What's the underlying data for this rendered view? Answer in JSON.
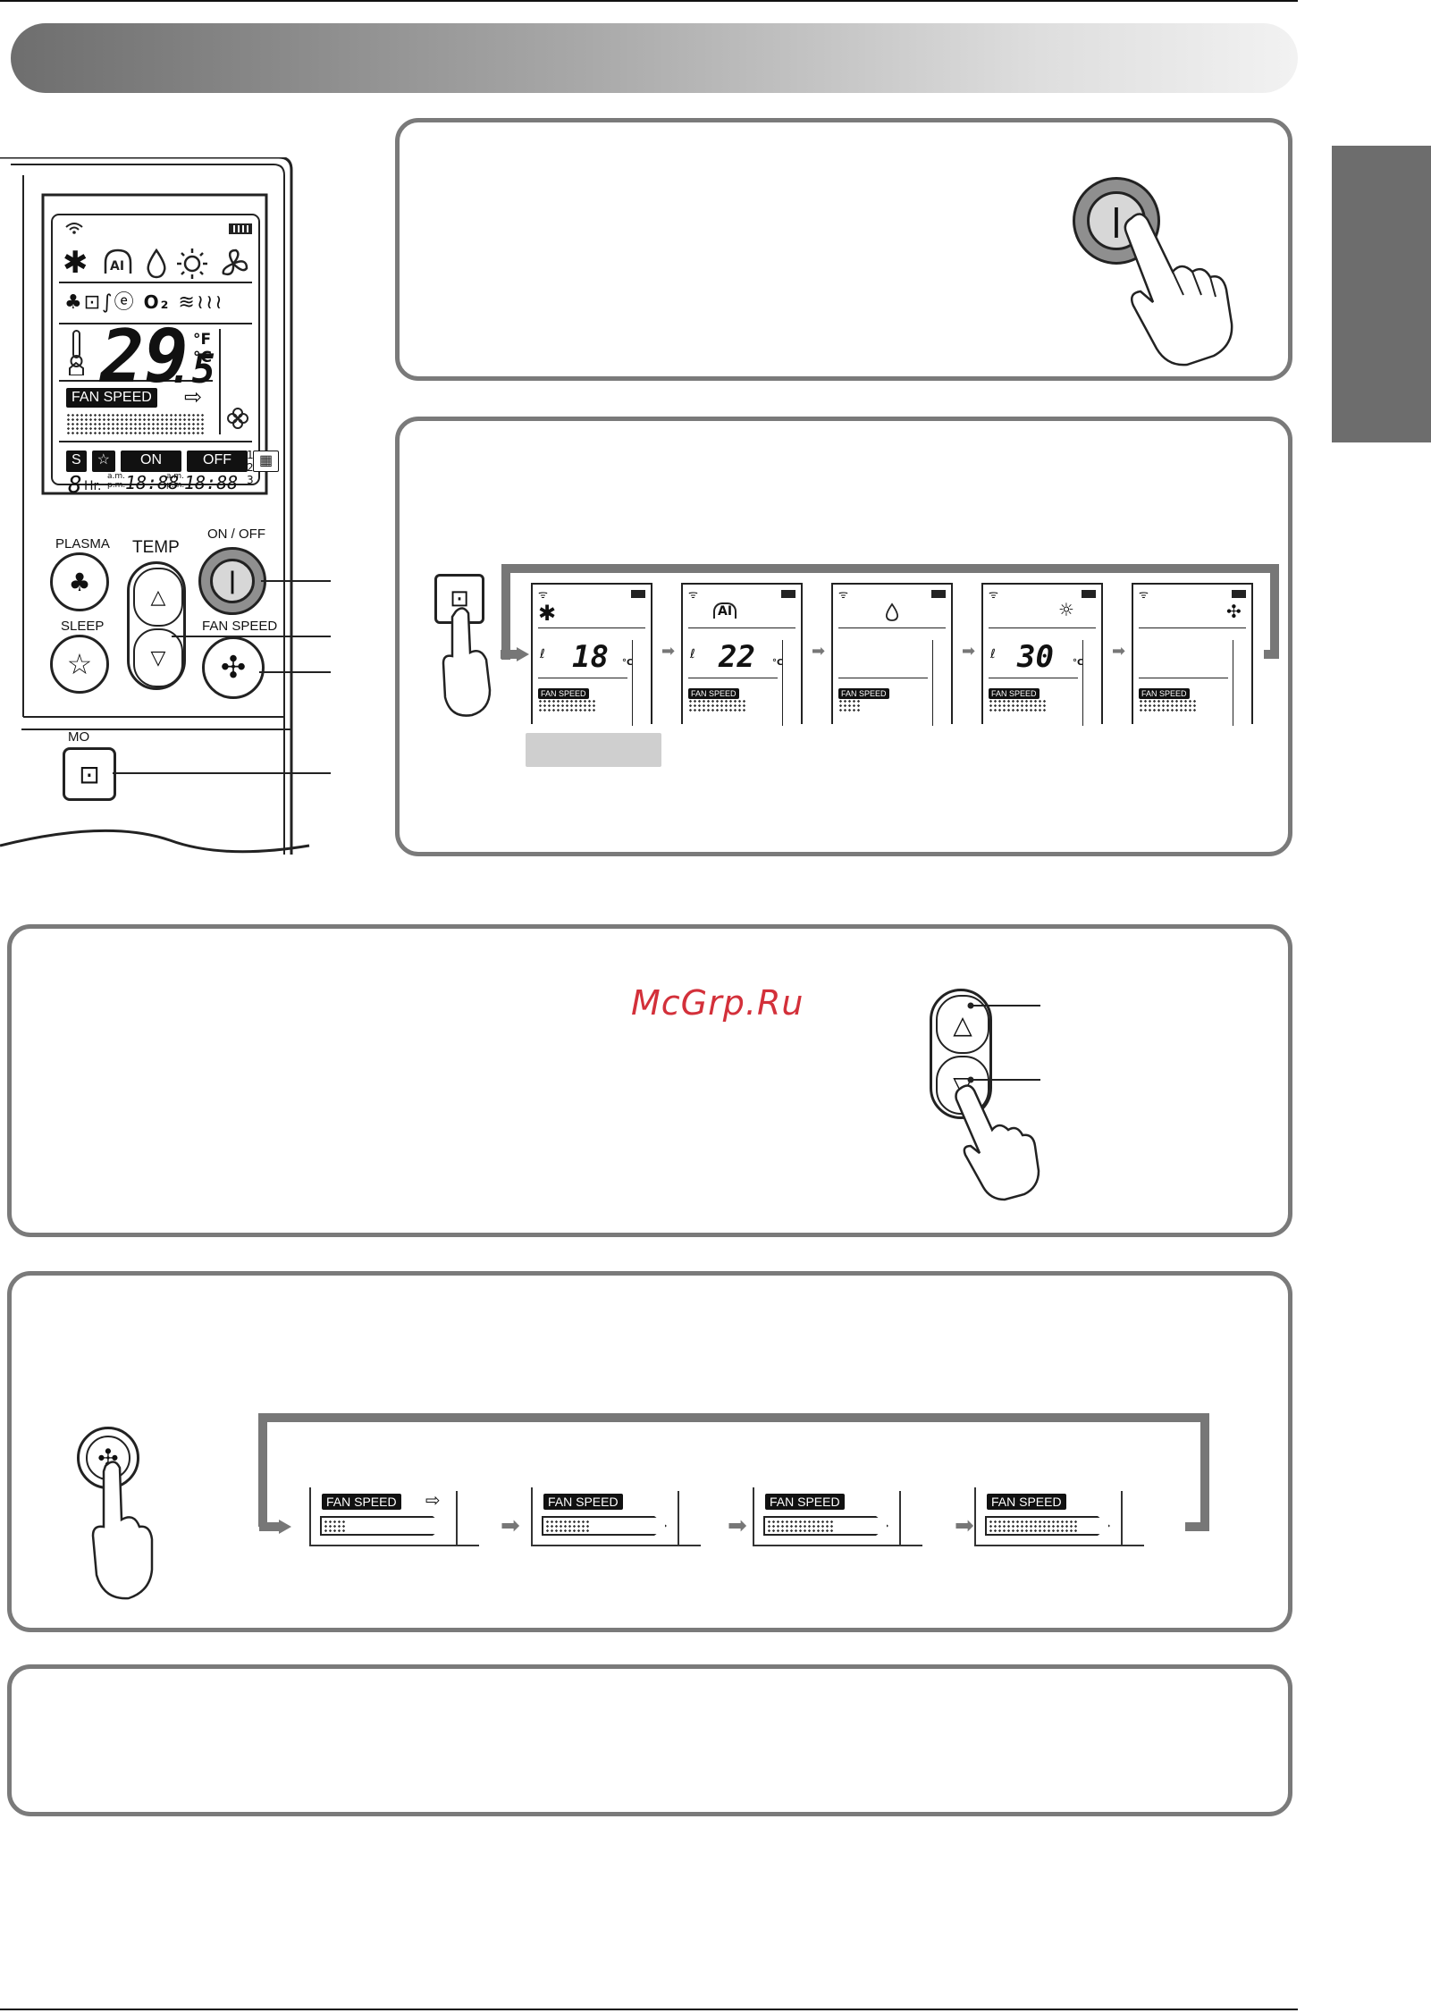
{
  "watermark": "McGrp.Ru",
  "remote": {
    "lcd": {
      "temperature": "29",
      "temperature_decimal": ".5",
      "unit_f": "°F",
      "unit_c": "°C",
      "mode_o2": "O₂",
      "fan_speed_tag": "FAN SPEED",
      "s_tag": "S",
      "on_tag": "ON",
      "off_tag": "OFF",
      "hr_value": "8",
      "hr_label": "Hr.",
      "am": "a.m.",
      "pm": "p.m.",
      "time_a": "18:88",
      "time_b": "18:88",
      "timer_digits": [
        "1",
        "2",
        "3"
      ]
    },
    "buttons": {
      "plasma": "PLASMA",
      "temp": "TEMP",
      "on_off": "ON / OFF",
      "sleep": "SLEEP",
      "fan_speed": "FAN SPEED",
      "mode_partial": "MO"
    }
  },
  "mode_sequence": [
    {
      "icon": "cool-icon",
      "temp": "18",
      "unit": "°C",
      "tag": "FAN SPEED"
    },
    {
      "icon": "ai-icon",
      "temp": "22",
      "unit": "°C",
      "tag": "FAN SPEED"
    },
    {
      "icon": "dehumidify-icon",
      "temp": "",
      "unit": "",
      "tag": "FAN SPEED"
    },
    {
      "icon": "heat-icon",
      "temp": "30",
      "unit": "°C",
      "tag": "FAN SPEED"
    },
    {
      "icon": "fan-icon",
      "temp": "",
      "unit": "",
      "tag": "FAN SPEED"
    }
  ],
  "fan_speed_sequence": [
    {
      "tag": "FAN SPEED",
      "level": 1,
      "of": 4,
      "has_auto_arrow": true
    },
    {
      "tag": "FAN SPEED",
      "level": 2,
      "of": 4,
      "has_auto_arrow": false
    },
    {
      "tag": "FAN SPEED",
      "level": 3,
      "of": 4,
      "has_auto_arrow": false
    },
    {
      "tag": "FAN SPEED",
      "level": 4,
      "of": 4,
      "has_auto_arrow": false
    }
  ],
  "colors": {
    "panel_border": "#7a7a7a",
    "side_tab": "#6d6d6d",
    "watermark": "#d3303a"
  }
}
